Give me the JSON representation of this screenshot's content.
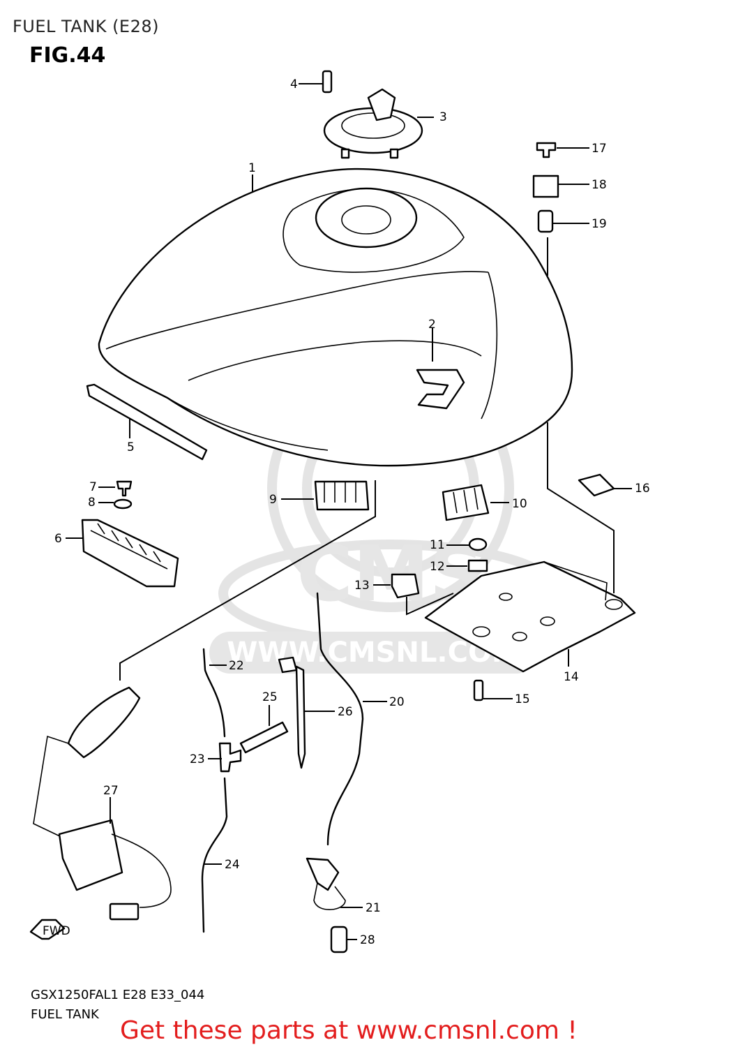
{
  "header": {
    "title": "FUEL TANK (E28)",
    "figure": "FIG.44"
  },
  "footer": {
    "code": "GSX1250FAL1 E28 E33_044",
    "subtitle": "FUEL TANK",
    "cta": "Get these parts at www.cmsnl.com !"
  },
  "watermark": {
    "text": "WWW.CMSNL.COM",
    "logo": "CMS"
  },
  "direction_badge": "FWD",
  "callouts": [
    "1",
    "2",
    "3",
    "4",
    "5",
    "6",
    "7",
    "8",
    "9",
    "10",
    "11",
    "12",
    "13",
    "14",
    "15",
    "16",
    "17",
    "18",
    "19",
    "20",
    "21",
    "22",
    "23",
    "24",
    "25",
    "26",
    "27",
    "28"
  ]
}
